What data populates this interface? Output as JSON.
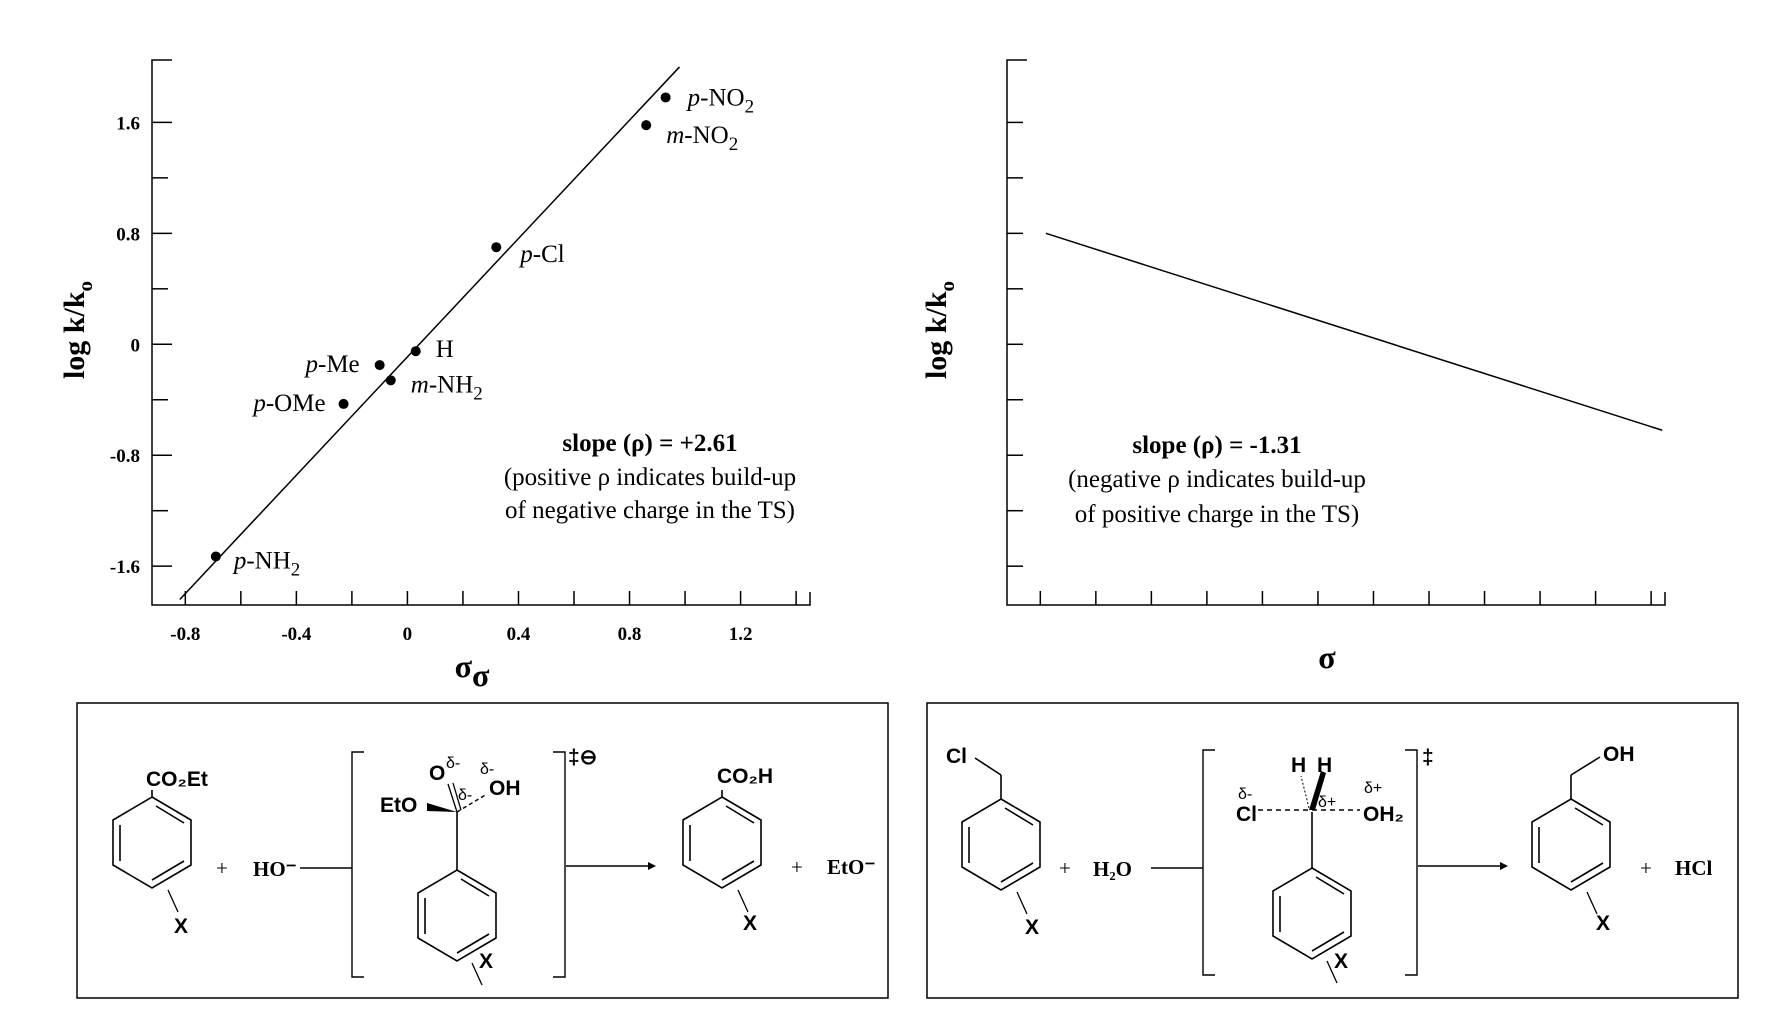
{
  "chart_data": [
    {
      "type": "scatter",
      "ylabel": "log k/k",
      "ylabel_sub": "o",
      "xlabel": "σ",
      "xlabel_sub": "σ",
      "xlim": [
        -0.92,
        1.45
      ],
      "ylim": [
        -1.88,
        2.05
      ],
      "x_ticks": [
        -0.8,
        -0.4,
        0,
        0.4,
        0.8,
        1.2
      ],
      "x_tick_labels": [
        "-0.8",
        "-0.4",
        "0",
        "0.4",
        "0.8",
        "1.2"
      ],
      "y_ticks": [
        1.6,
        0.8,
        0,
        -0.8,
        -1.6
      ],
      "y_tick_labels": [
        "1.6",
        "0.8",
        "0",
        "-0.8",
        "-1.6"
      ],
      "grid": false,
      "points": [
        {
          "label": "p-NO",
          "sub": "2",
          "x": 0.93,
          "y": 1.78
        },
        {
          "label": "m-NO",
          "sub": "2",
          "x": 0.86,
          "y": 1.58
        },
        {
          "label": "p-Cl",
          "sub": "",
          "x": 0.32,
          "y": 0.7
        },
        {
          "label": "H",
          "sub": "",
          "x": 0.03,
          "y": -0.05
        },
        {
          "label": "p-Me",
          "sub": "",
          "x": -0.1,
          "y": -0.15
        },
        {
          "label": "m-NH",
          "sub": "2",
          "x": -0.06,
          "y": -0.26
        },
        {
          "label": "p-OMe",
          "sub": "",
          "x": -0.23,
          "y": -0.43
        },
        {
          "label": "p-NH",
          "sub": "2",
          "x": -0.69,
          "y": -1.53
        }
      ],
      "fit_line": {
        "x": [
          -0.82,
          0.98
        ],
        "y": [
          -1.84,
          2.0
        ]
      },
      "annotation": {
        "slope": "slope (ρ) = +2.61",
        "line1": "(positive ρ indicates build-up",
        "line2": "of negative charge in the TS)"
      }
    },
    {
      "type": "line",
      "ylabel": "log k/k",
      "ylabel_sub": "o",
      "xlabel": "σ",
      "grid": false,
      "fit_line": {
        "x": [
          -0.78,
          1.44
        ],
        "y": [
          0.8,
          -0.62
        ]
      },
      "annotation": {
        "slope": "slope (ρ) = -1.31",
        "line1": "(negative ρ indicates build-up",
        "line2": "of positive charge in the TS)"
      }
    }
  ],
  "scheme_left": {
    "reactant_group": "CO₂Et",
    "ring_sub": "X",
    "plus1": "+",
    "reagent": "HO⁻",
    "ts_o": "O",
    "ts_delta_o": "δ-",
    "ts_delta_c": "δ-",
    "ts_delta_oh": "δ-",
    "ts_eto": "EtO",
    "ts_oh": "OH",
    "ts_mark": "‡⊖",
    "product_group": "CO₂H",
    "plus2": "+",
    "byproduct": "EtO⁻"
  },
  "scheme_right": {
    "reactant_group": "Cl",
    "ring_sub": "X",
    "plus1": "+",
    "reagent": "H₂O",
    "ts_h1": "H",
    "ts_h2": "H",
    "ts_delta_cl": "δ-",
    "ts_cl": "Cl",
    "ts_delta_c": "δ+",
    "ts_delta_oh2": "δ+",
    "ts_oh2": "OH₂",
    "ts_mark": "‡",
    "product_group": "OH",
    "plus2": "+",
    "byproduct": "HCl"
  }
}
